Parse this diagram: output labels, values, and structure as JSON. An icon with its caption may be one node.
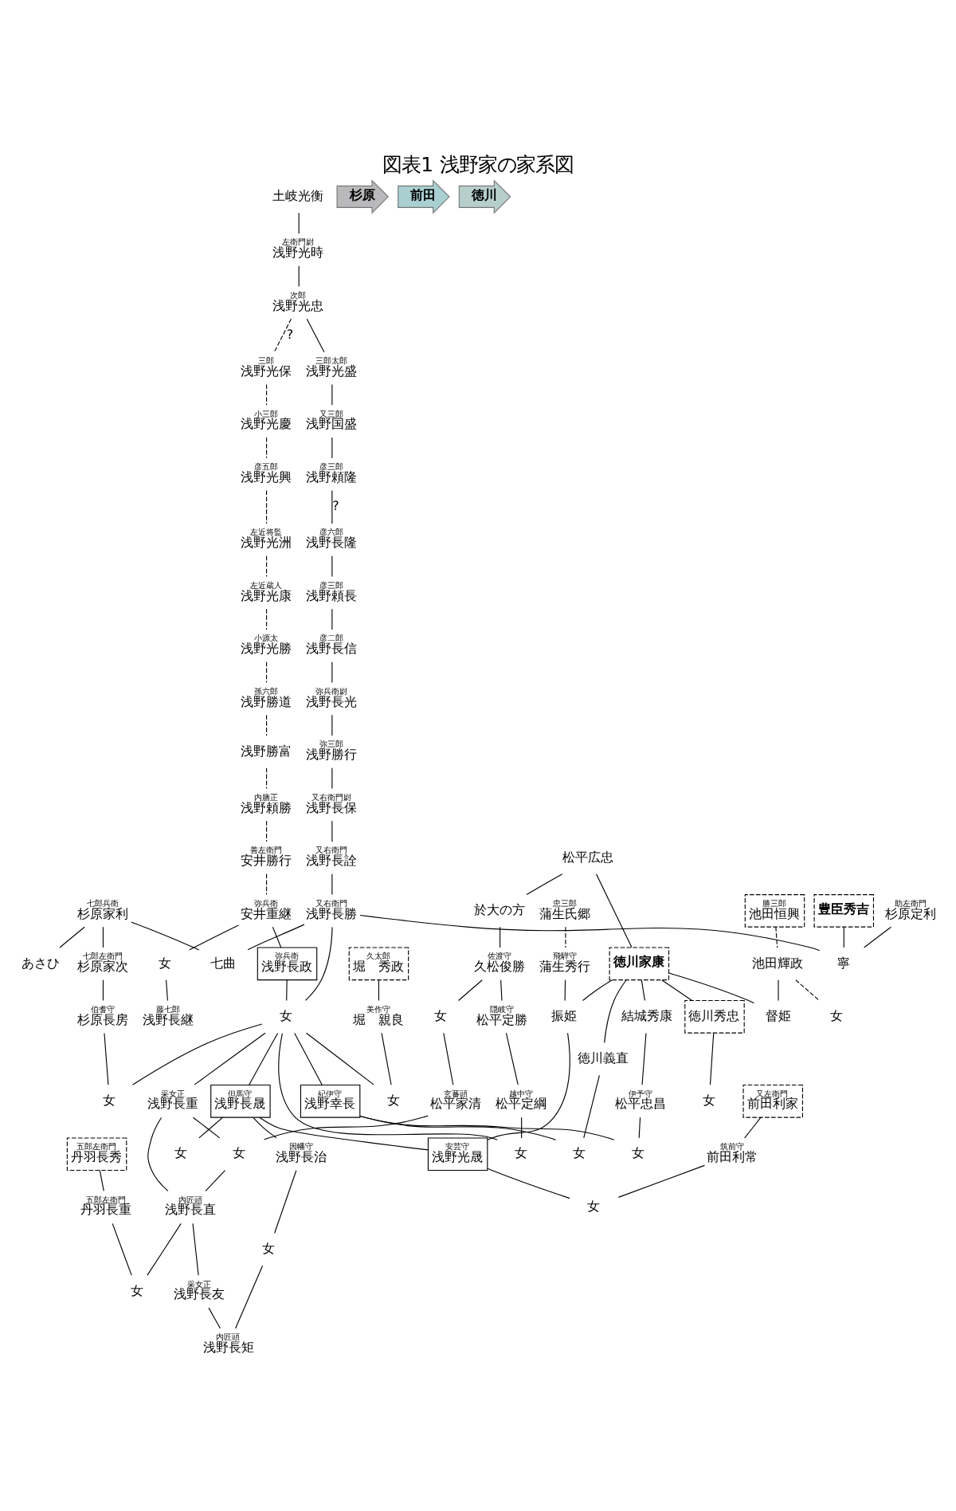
{
  "diagram": {
    "title": "図表1 浅野家の家系図",
    "nodes": [
      {
        "text": [
          "土岐光衡"
        ]
      },
      {
        "text": [
          "左衛門尉",
          "浅野光時"
        ]
      },
      {
        "text": [
          "次郎",
          "浅野光忠"
        ]
      },
      {
        "text": [
          "三郎太郎",
          "浅野光盛"
        ]
      },
      {
        "text": [
          "又三郎",
          "浅野国盛"
        ]
      },
      {
        "text": [
          "彦三郎",
          "浅野頼隆"
        ]
      },
      {
        "text": [
          "三郎",
          "浅野光保"
        ]
      },
      {
        "text": [
          "小三郎",
          "浅野光慶"
        ]
      },
      {
        "text": [
          "彦五郎",
          "浅野光興"
        ]
      },
      {
        "text": [
          "彦六郎",
          "浅野長隆"
        ]
      },
      {
        "text": [
          "彦三郎",
          "浅野頼長"
        ]
      },
      {
        "text": [
          "彦二郎",
          "浅野長信"
        ]
      },
      {
        "text": [
          "弥兵衛尉",
          "浅野長光"
        ]
      },
      {
        "text": [
          "弥三郎",
          "浅野勝行"
        ]
      },
      {
        "text": [
          "又右衛門尉",
          "浅野長保"
        ]
      },
      {
        "text": [
          "左近将監",
          "浅野光洲"
        ]
      },
      {
        "text": [
          "左近蔵人",
          "浅野光康"
        ]
      },
      {
        "text": [
          "小源太",
          "浅野光勝"
        ]
      },
      {
        "text": [
          "孫六郎",
          "浅野勝道"
        ]
      },
      {
        "text": [
          "浅野勝富"
        ]
      },
      {
        "text": [
          "内膳正",
          "浅野頼勝"
        ]
      },
      {
        "text": [
          "七郎左衛門",
          "杉原家次"
        ]
      },
      {
        "text": [
          "伯耆守",
          "杉原長房"
        ]
      },
      {
        "text": [
          "女"
        ]
      },
      {
        "text": [
          "善左衛門",
          "安井勝行"
        ]
      },
      {
        "text": [
          "弥兵衛",
          "安井重継"
        ]
      },
      {
        "text": [
          "弥兵衛",
          "浅野長政"
        ]
      },
      {
        "text": [
          "女"
        ]
      },
      {
        "text": [
          "結城秀康"
        ]
      },
      {
        "text": [
          "伊予守",
          "松平忠昌"
        ]
      },
      {
        "text": [
          "紀伊守",
          "浅野幸長"
        ]
      },
      {
        "text": [
          "又右衛門",
          "浅野長詮"
        ]
      },
      {
        "text": [
          "又右衛門",
          "浅野長勝"
        ]
      },
      {
        "text": [
          "女"
        ]
      },
      {
        "text": [
          "女"
        ]
      },
      {
        "text": [
          "女"
        ]
      },
      {
        "text": [
          "七郎兵衛",
          "杉原家利"
        ]
      },
      {
        "text": [
          "七曲"
        ]
      },
      {
        "text": [
          "徳川義直"
        ]
      },
      {
        "text": [
          "勝三郎",
          "池田恒興"
        ]
      },
      {
        "text": [
          "池田輝政"
        ]
      },
      {
        "text": [
          "女"
        ]
      },
      {
        "text": [
          "督姫"
        ]
      },
      {
        "text": [
          "忠三郎",
          "蒲生氏郷"
        ]
      },
      {
        "text": [
          "飛騨守",
          "蒲生秀行"
        ]
      },
      {
        "text": [
          "豊臣秀吉"
        ]
      },
      {
        "text": [
          "振姫"
        ]
      },
      {
        "text": [
          "安芸守",
          "浅野光晟"
        ]
      },
      {
        "text": [
          "助左衛門",
          "杉原定利"
        ]
      },
      {
        "text": [
          "寧"
        ]
      },
      {
        "text": [
          "但馬守",
          "浅野長晟"
        ]
      },
      {
        "text": [
          "あさひ"
        ]
      },
      {
        "text": [
          "又左衛門",
          "前田利家"
        ]
      },
      {
        "text": [
          "筑前守",
          "前田利常"
        ]
      },
      {
        "text": [
          "女"
        ]
      },
      {
        "text": [
          "松平広忠"
        ]
      },
      {
        "text": [
          "徳川家康"
        ]
      },
      {
        "text": [
          "徳川秀忠"
        ]
      },
      {
        "text": [
          "女"
        ]
      },
      {
        "text": [
          "久太郎",
          "堀　秀政"
        ]
      },
      {
        "text": [
          "美作守",
          "堀　親良"
        ]
      },
      {
        "text": [
          "於大の方"
        ]
      },
      {
        "text": [
          "因幡守",
          "浅野長治"
        ]
      },
      {
        "text": [
          "女"
        ]
      },
      {
        "text": [
          "女"
        ]
      },
      {
        "text": [
          "女"
        ]
      },
      {
        "text": [
          "隠岐守",
          "松平定勝"
        ]
      },
      {
        "text": [
          "越中守",
          "松平定綱"
        ]
      },
      {
        "text": [
          "佐渡守",
          "久松俊勝"
        ]
      },
      {
        "text": [
          "女"
        ]
      },
      {
        "text": [
          "女"
        ]
      },
      {
        "text": [
          "内匠頭",
          "浅野長矩"
        ]
      },
      {
        "text": [
          "采女正",
          "浅野長重"
        ]
      },
      {
        "text": [
          "藤七郎",
          "浅野長継"
        ]
      },
      {
        "text": [
          "内匠頭",
          "浅野長直"
        ]
      },
      {
        "text": [
          "玄蕃頭",
          "松平家清"
        ]
      },
      {
        "text": [
          "女"
        ]
      },
      {
        "text": [
          "采女正",
          "浅野長友"
        ]
      },
      {
        "text": [
          "五郎左衛門",
          "丹羽長秀"
        ]
      },
      {
        "text": [
          "五郎左衛門",
          "丹羽長重"
        ]
      },
      {
        "text": [
          "女"
        ]
      },
      {
        "text": [
          "杉原"
        ]
      },
      {
        "text": [
          "前田"
        ]
      },
      {
        "text": [
          "徳川"
        ]
      }
    ],
    "edges": [
      {
        "from": 0,
        "to": 1,
        "arrow": "none"
      },
      {
        "from": 1,
        "to": 2,
        "arrow": "none"
      },
      {
        "from": 2,
        "to": 3,
        "arrow": "none"
      },
      {
        "from": 2,
        "to": 6,
        "arrow": "none",
        "label": "?",
        "style": "dashed"
      },
      {
        "from": 3,
        "to": 4,
        "arrow": "none"
      },
      {
        "from": 4,
        "to": 5,
        "arrow": "none"
      },
      {
        "from": 6,
        "to": 7,
        "arrow": "none",
        "style": "dashed"
      },
      {
        "from": 7,
        "to": 8,
        "arrow": "none",
        "style": "dashed"
      },
      {
        "from": 5,
        "to": 9,
        "arrow": "none",
        "label": "?"
      },
      {
        "from": 8,
        "to": 15,
        "arrow": "none",
        "style": "dashed"
      },
      {
        "from": 9,
        "to": 10,
        "arrow": "none"
      },
      {
        "from": 10,
        "to": 11,
        "arrow": "none"
      },
      {
        "from": 11,
        "to": 12,
        "arrow": "none"
      },
      {
        "from": 12,
        "to": 13,
        "arrow": "none"
      },
      {
        "from": 13,
        "to": 14,
        "arrow": "none"
      },
      {
        "from": 15,
        "to": 16,
        "arrow": "none",
        "style": "dashed"
      },
      {
        "from": 16,
        "to": 17,
        "arrow": "none",
        "style": "dashed"
      },
      {
        "from": 17,
        "to": 18,
        "arrow": "none",
        "style": "dashed"
      },
      {
        "from": 18,
        "to": 19,
        "arrow": "none",
        "style": "dashed"
      },
      {
        "from": 19,
        "to": 20,
        "arrow": "none",
        "style": "dashed"
      },
      {
        "from": 14,
        "to": 31,
        "arrow": "none"
      },
      {
        "from": 20,
        "to": 24,
        "arrow": "none",
        "style": "dashed"
      },
      {
        "from": 24,
        "to": 25,
        "arrow": "none",
        "style": "dashed"
      },
      {
        "from": 36,
        "to": 21,
        "arrow": "none"
      },
      {
        "from": 21,
        "to": 22,
        "arrow": "none"
      },
      {
        "from": 22,
        "to": 23,
        "arrow": "none"
      },
      {
        "from": 25,
        "to": 26,
        "arrow": "none"
      },
      {
        "from": 25,
        "to": 27,
        "arrow": "none"
      },
      {
        "from": 27,
        "to": 73,
        "arrow": "none"
      },
      {
        "from": 31,
        "to": 32,
        "arrow": "none"
      },
      {
        "from": 36,
        "to": 37,
        "arrow": "none"
      },
      {
        "from": 32,
        "to": 37,
        "arrow": "none"
      },
      {
        "from": 32,
        "to": 33,
        "arrow": "none"
      },
      {
        "from": 26,
        "to": 33,
        "arrow": "none"
      },
      {
        "from": 32,
        "to": 49,
        "arrow": "none"
      },
      {
        "from": 36,
        "to": 51,
        "arrow": "none"
      },
      {
        "from": 48,
        "to": 49,
        "arrow": "none"
      },
      {
        "from": 33,
        "to": 23,
        "arrow": "none"
      },
      {
        "from": 33,
        "to": 30,
        "arrow": "none"
      },
      {
        "from": 33,
        "to": 50,
        "arrow": "none"
      },
      {
        "from": 33,
        "to": 72,
        "arrow": "none"
      },
      {
        "from": 28,
        "to": 29,
        "arrow": "none"
      },
      {
        "from": 29,
        "to": 34,
        "arrow": "none"
      },
      {
        "from": 30,
        "to": 34,
        "arrow": "none"
      },
      {
        "from": 40,
        "to": 35,
        "arrow": "none",
        "style": "dashed"
      },
      {
        "from": 30,
        "to": 41,
        "arrow": "none"
      },
      {
        "from": 38,
        "to": 41,
        "arrow": "none"
      },
      {
        "from": 39,
        "to": 40,
        "arrow": "none",
        "style": "dashed"
      },
      {
        "from": 40,
        "to": 42,
        "arrow": "none"
      },
      {
        "from": 43,
        "to": 44,
        "arrow": "none",
        "style": "dashed"
      },
      {
        "from": 44,
        "to": 46,
        "arrow": "none"
      },
      {
        "from": 45,
        "to": 49,
        "arrow": "none"
      },
      {
        "from": 46,
        "to": 47,
        "arrow": "none"
      },
      {
        "from": 50,
        "to": 47,
        "arrow": "none"
      },
      {
        "from": 47,
        "to": 54,
        "arrow": "none"
      },
      {
        "from": 52,
        "to": 53,
        "arrow": "none"
      },
      {
        "from": 53,
        "to": 54,
        "arrow": "none"
      },
      {
        "from": 55,
        "to": 61,
        "arrow": "none"
      },
      {
        "from": 55,
        "to": 56,
        "arrow": "none"
      },
      {
        "from": 56,
        "to": 28,
        "arrow": "none"
      },
      {
        "from": 56,
        "to": 38,
        "arrow": "none"
      },
      {
        "from": 56,
        "to": 42,
        "arrow": "none"
      },
      {
        "from": 56,
        "to": 46,
        "arrow": "none"
      },
      {
        "from": 56,
        "to": 57,
        "arrow": "none"
      },
      {
        "from": 57,
        "to": 58,
        "arrow": "none"
      },
      {
        "from": 59,
        "to": 60,
        "arrow": "none"
      },
      {
        "from": 60,
        "to": 63,
        "arrow": "none"
      },
      {
        "from": 33,
        "to": 63,
        "arrow": "none"
      },
      {
        "from": 50,
        "to": 62,
        "arrow": "none"
      },
      {
        "from": 50,
        "to": 65,
        "arrow": "none"
      },
      {
        "from": 62,
        "to": 64,
        "arrow": "none"
      },
      {
        "from": 61,
        "to": 68,
        "arrow": "none"
      },
      {
        "from": 68,
        "to": 66,
        "arrow": "none"
      },
      {
        "from": 68,
        "to": 70,
        "arrow": "none"
      },
      {
        "from": 66,
        "to": 67,
        "arrow": "none"
      },
      {
        "from": 67,
        "to": 69,
        "arrow": "none"
      },
      {
        "from": 33,
        "to": 69,
        "arrow": "none"
      },
      {
        "from": 70,
        "to": 75,
        "arrow": "none"
      },
      {
        "from": 75,
        "to": 76,
        "arrow": "none"
      },
      {
        "from": 72,
        "to": 76,
        "arrow": "none"
      },
      {
        "from": 72,
        "to": 74,
        "arrow": "none"
      },
      {
        "from": 76,
        "to": 74,
        "arrow": "none"
      },
      {
        "from": 74,
        "to": 77,
        "arrow": "none"
      },
      {
        "from": 77,
        "to": 71,
        "arrow": "none"
      },
      {
        "from": 64,
        "to": 71,
        "arrow": "none"
      },
      {
        "from": 74,
        "to": 80,
        "arrow": "none"
      },
      {
        "from": 78,
        "to": 79,
        "arrow": "none"
      },
      {
        "from": 79,
        "to": 80,
        "arrow": "none"
      }
    ]
  }
}
